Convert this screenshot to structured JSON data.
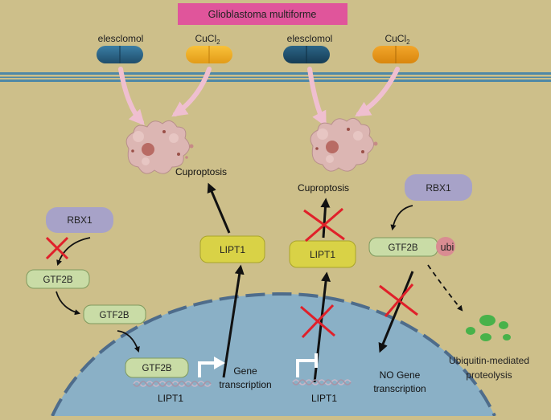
{
  "title": "Glioblastoma multiforme",
  "drug_left": "elesclomol",
  "copper_left_base": "CuCl",
  "copper_left_sub": "2",
  "drug_right": "elesclomol",
  "copper_right_base": "CuCl",
  "copper_right_sub": "2",
  "cuproptosis_left": "Cuproptosis",
  "cuproptosis_right": "Cuproptosis",
  "rbx1_left": "RBX1",
  "rbx1_right": "RBX1",
  "gtf2b_1": "GTF2B",
  "gtf2b_2": "GTF2B",
  "gtf2b_3": "GTF2B",
  "gtf2b_right": "GTF2B",
  "ubi": "ubi",
  "lipt1_left": "LIPT1",
  "lipt1_right": "LIPT1",
  "gene_transcription_line1": "Gene",
  "gene_transcription_line2": "transcription",
  "dna_label_left": "LIPT1",
  "dna_label_right": "LIPT1",
  "no_gene_line1": "NO Gene",
  "no_gene_line2": "transcription",
  "proteolysis_line1": "Ubiquitin-mediated",
  "proteolysis_line2": "proteolysis",
  "colors": {
    "background": "#cdbf8a",
    "title_box": "#e0559b",
    "capsule_blue": "#2a5f80",
    "capsule_orange": "#efa826",
    "membrane": "#4f88a6",
    "nucleus": "#8ab0c6",
    "nucleus_border": "#4e6c8b",
    "gtf2b_box": "#c9dca6",
    "lipt1_box": "#d9d246",
    "rbx1_box": "#a7a2c8",
    "ubi_circle": "#d98c92",
    "inhibit_cross": "#e0202a",
    "pink_arrow": "#efbfd0",
    "proteolysis_green": "#48b24a"
  }
}
